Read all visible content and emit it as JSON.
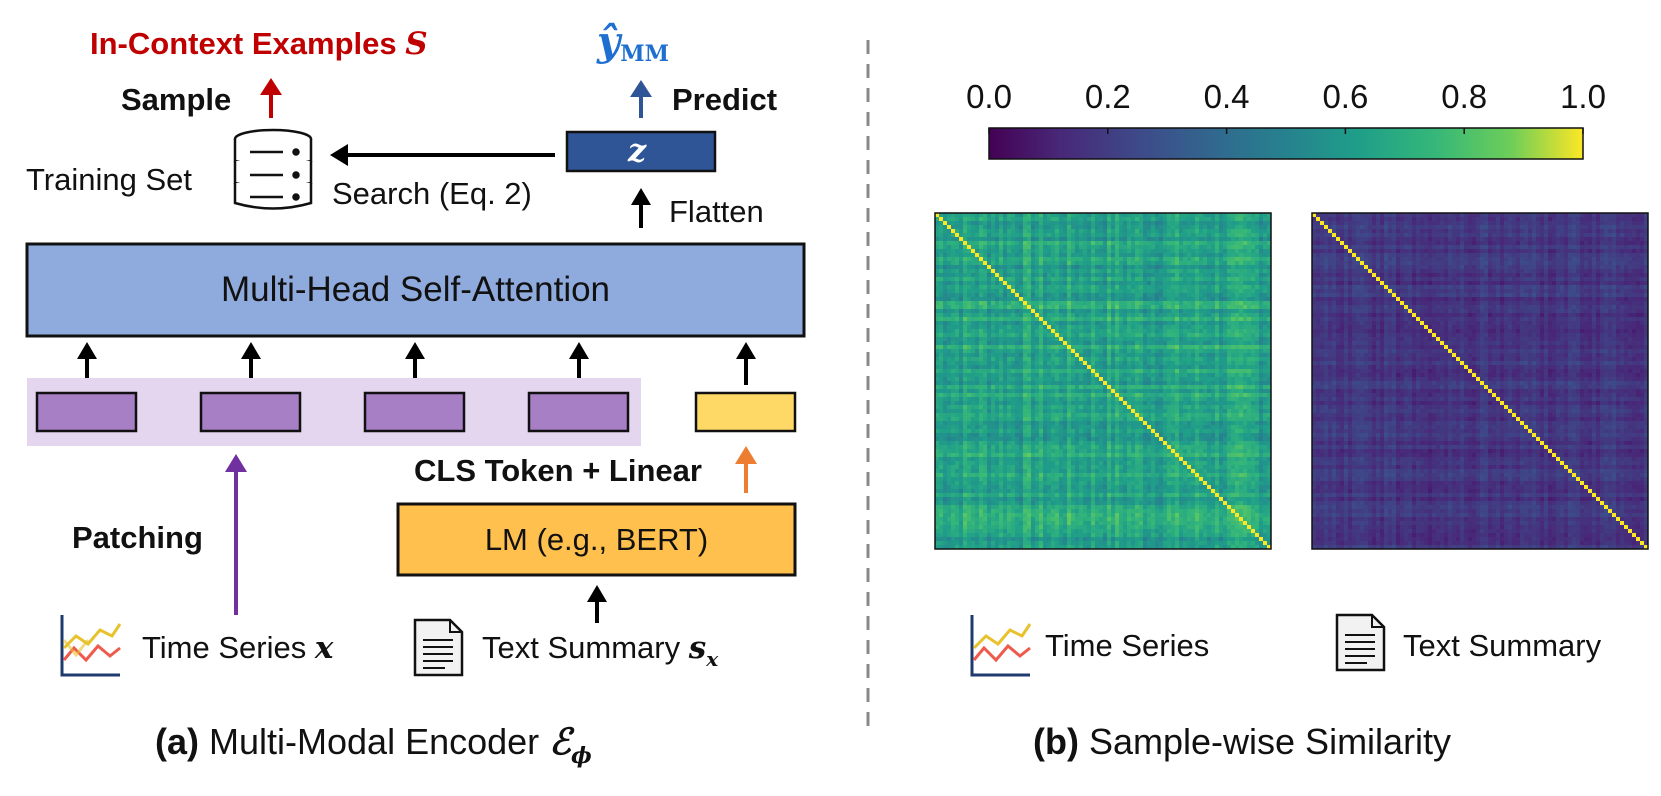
{
  "panel_a": {
    "in_context_label": "In-Context Examples",
    "in_context_symbol": "S",
    "sample_label": "Sample",
    "predict_label": "Predict",
    "y_hat_main": "ŷ",
    "y_hat_sub": "MM",
    "z_symbol": "z",
    "training_set_label": "Training Set",
    "search_label": "Search (Eq. 2)",
    "flatten_label": "Flatten",
    "attention_label": "Multi-Head Self-Attention",
    "cls_label": "CLS Token + Linear",
    "patching_label": "Patching",
    "lm_label": "LM (e.g., BERT)",
    "time_series_label": "Time Series",
    "time_series_symbol": "x",
    "text_summary_label": "Text Summary",
    "text_summary_symbol": "s",
    "text_summary_sub": "x",
    "caption_prefix": "(a)",
    "caption_text": "Multi-Modal Encoder",
    "caption_symbol": "ℰ",
    "caption_sub": "ϕ"
  },
  "panel_b": {
    "colorbar_ticks": [
      "0.0",
      "0.2",
      "0.4",
      "0.6",
      "0.8",
      "1.0"
    ],
    "time_series_label": "Time Series",
    "text_summary_label": "Text Summary",
    "caption_prefix": "(b)",
    "caption_text": "Sample-wise Similarity"
  },
  "colors": {
    "red": "#c00000",
    "blue": "#1f6fd1",
    "attention_fill": "#8faadc",
    "z_fill": "#2f5597",
    "patch_fill": "#a77fc4",
    "patch_band": "#e4d6ee",
    "cls_fill": "#ffd966",
    "lm_fill": "#ffc04d",
    "purple_arrow": "#7030a0",
    "orange_arrow": "#ed7d31",
    "predict_arrow": "#2f5597"
  }
}
